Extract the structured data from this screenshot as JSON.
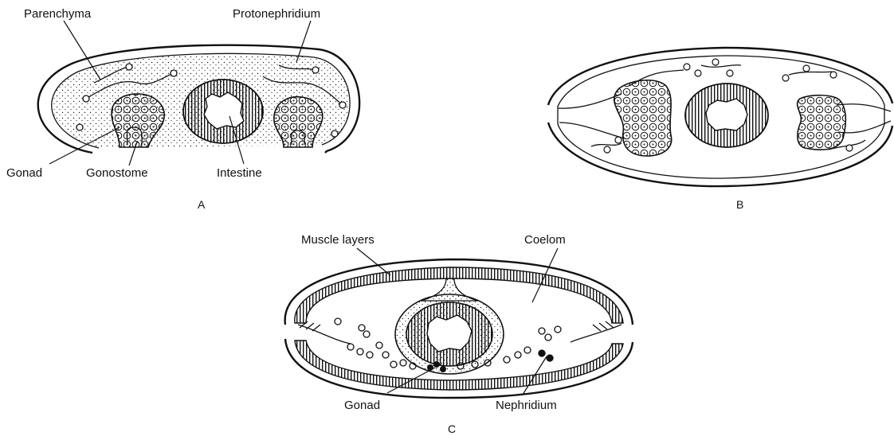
{
  "colors": {
    "ink": "#111111",
    "background": "#ffffff"
  },
  "panels": {
    "a": {
      "letter": "A",
      "labels": {
        "parenchyma": "Parenchyma",
        "protonephridium": "Protonephridium",
        "gonad": "Gonad",
        "gonostome": "Gonostome",
        "intestine": "Intestine"
      }
    },
    "b": {
      "letter": "B"
    },
    "c": {
      "letter": "C",
      "labels": {
        "muscle_layers": "Muscle layers",
        "coelom": "Coelom",
        "gonad": "Gonad",
        "nephridium": "Nephridium"
      }
    }
  }
}
